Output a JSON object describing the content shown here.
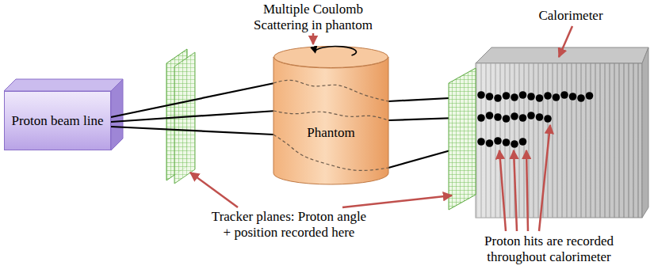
{
  "diagram": {
    "nodes": [
      {
        "text": [
          "Proton beam line"
        ]
      },
      {
        "text": [
          "Phantom"
        ]
      }
    ],
    "edges": [
      {
        "from": 0,
        "to": 1,
        "arrow": "none"
      },
      {
        "from": 0,
        "to": 1,
        "arrow": "none"
      },
      {
        "from": 0,
        "to": 1,
        "arrow": "none"
      }
    ],
    "labels": [
      "Multiple Coulomb Scattering in phantom",
      "Calorimeter",
      "Tracker planes: Proton angle + position recorded here",
      "Proton hits are recorded throughout calorimeter"
    ]
  }
}
